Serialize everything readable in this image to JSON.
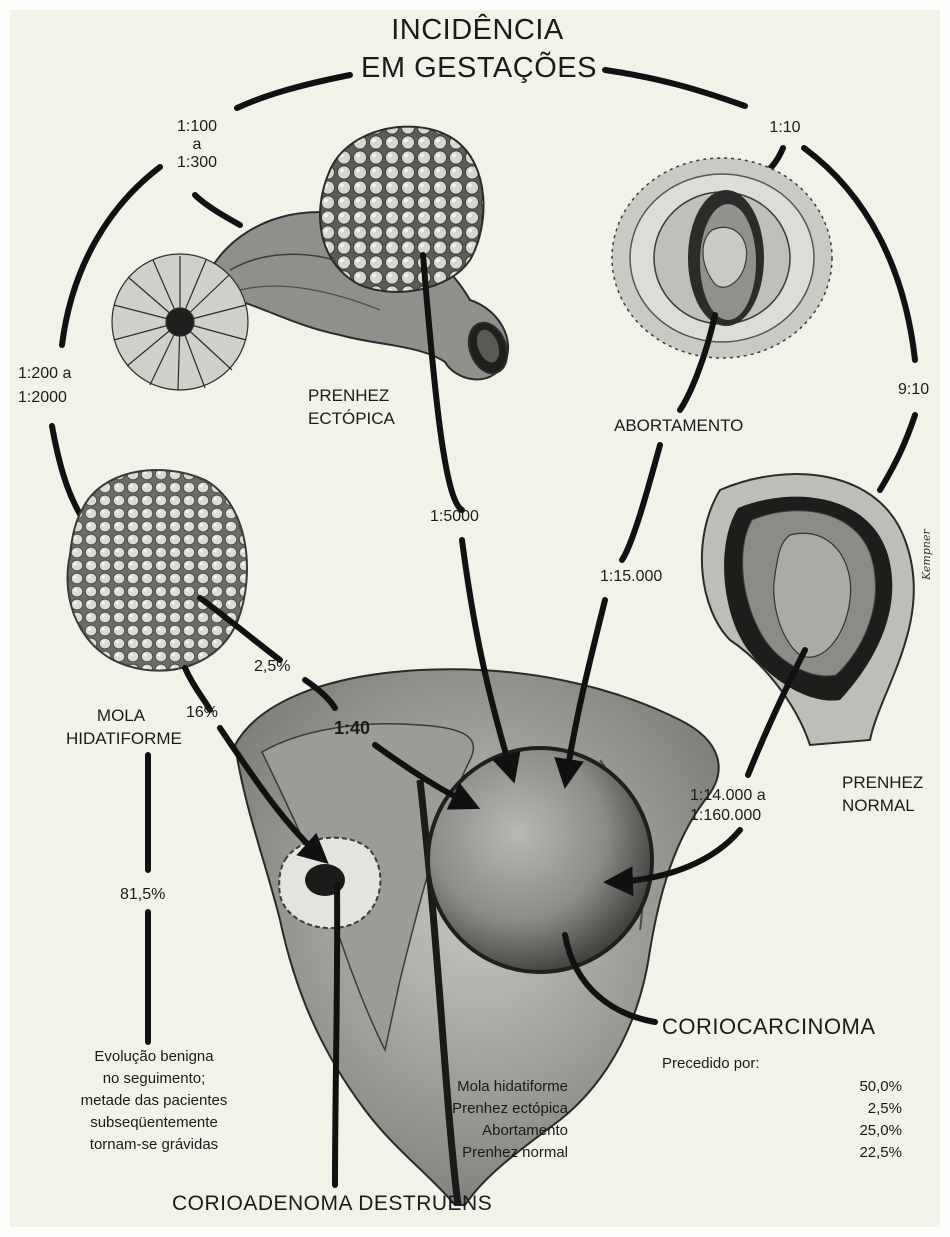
{
  "title": {
    "line1": "INCIDÊNCIA",
    "line2": "EM GESTAÇÕES"
  },
  "ratios": {
    "ectopic": "1:100\na\n1:300",
    "abortion": "1:10",
    "mole": "1:200 a\n1:2000",
    "normal": "9:10",
    "ectopic_to_chorio": "1:5000",
    "abortion_to_chorio": "1:15.000",
    "mole_to_chorio": "2,5%",
    "mole_to_chorio_bold": "1:40",
    "mole_to_adenoma": "16%",
    "mole_benign": "81,5%",
    "normal_to_chorio": "1:14.000 a\n1:160.000"
  },
  "labels": {
    "ectopic": "PRENHEZ\nECTÓPICA",
    "abortion": "ABORTAMENTO",
    "mole": "MOLA\nHIDATIFORME",
    "normal": "PRENHEZ\nNORMAL",
    "choriocarcinoma": "CORIOCARCINOMA",
    "adenoma": "CORIOADENOMA DESTRUENS",
    "benign_note": "Evolução benigna\nno seguimento;\nmetade das pacientes\nsubseqüentemente\ntornam-se grávidas"
  },
  "preceded": {
    "heading": "Precedido por:",
    "rows": [
      {
        "name": "Mola hidatiforme",
        "value": "50,0%"
      },
      {
        "name": "Prenhez ectópica",
        "value": "2,5%"
      },
      {
        "name": "Abortamento",
        "value": "25,0%"
      },
      {
        "name": "Prenhez normal",
        "value": "22,5%"
      }
    ]
  },
  "colors": {
    "paper": "#f3f2e8",
    "ink": "#1a1a1a",
    "tissue": "#a7aaa3",
    "dark_tissue": "#4d4f4b"
  },
  "signature": "Kempner"
}
